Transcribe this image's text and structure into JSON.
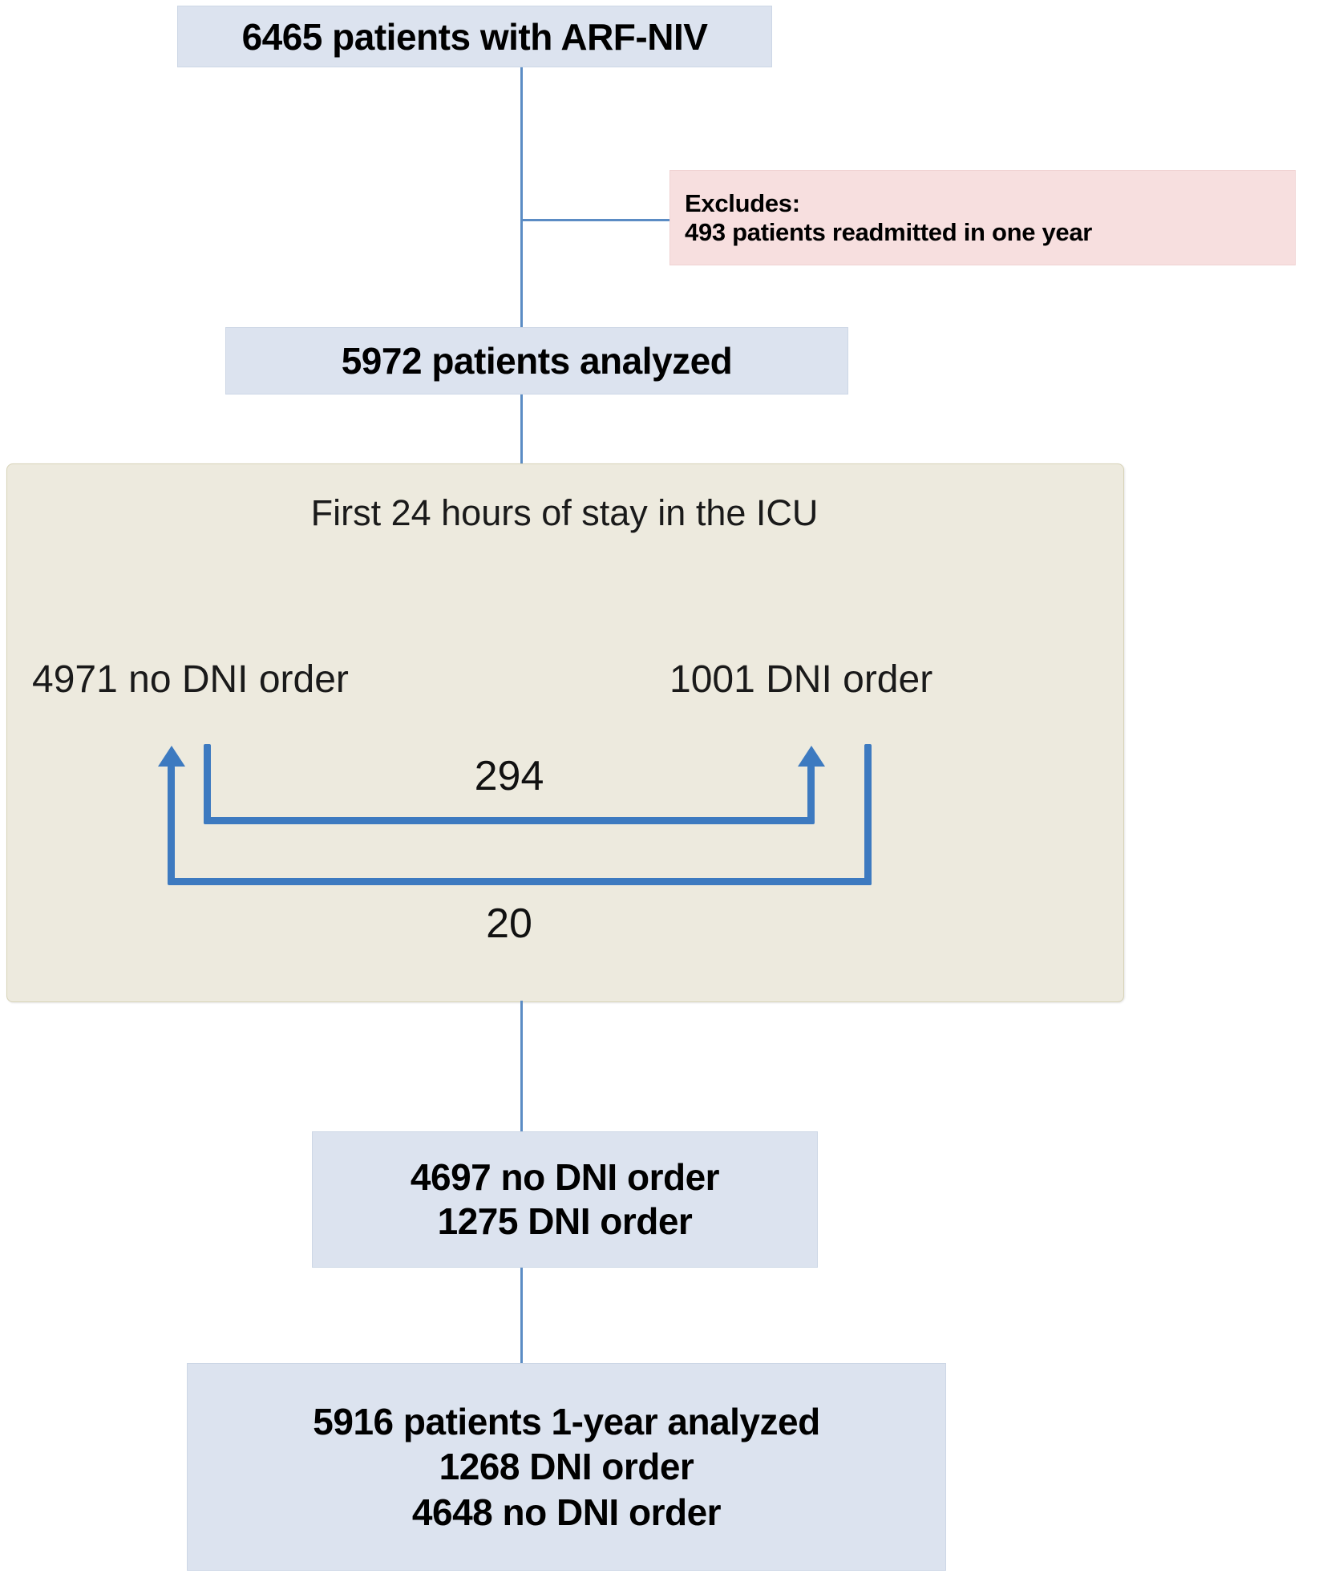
{
  "diagram": {
    "title": "Patient flow diagram (ARF-NIV cohort)",
    "colors": {
      "box_blue_fill": "#dce3ef",
      "box_blue_border": "#cdd7e6",
      "box_pink_fill": "#f7dfdf",
      "box_pink_border": "#f0d2d2",
      "box_beige_fill": "#edeade",
      "box_beige_border": "#d7d3b8",
      "connector_thin": "#5b8cc4",
      "connector_thick": "#3d7ac0",
      "text": "#000000",
      "background": "#ffffff"
    }
  },
  "nodes": {
    "enrolled": {
      "text": "6465 patients with ARF-NIV"
    },
    "excluded": {
      "line1": "Excludes:",
      "line2": "493 patients readmitted in one year"
    },
    "analyzed": {
      "text": "5972 patients analyzed"
    },
    "first24": {
      "title": "First 24 hours of stay in the ICU",
      "left_label": "4971 no DNI order",
      "right_label": "1001 DNI order",
      "crossover_to_dni": "294",
      "crossover_to_no_dni": "20"
    },
    "post24": {
      "line1": "4697 no DNI order",
      "line2": "1275 DNI order"
    },
    "oneyear": {
      "line1": "5916 patients 1-year analyzed",
      "line2": "1268 DNI order",
      "line3": "4648 no DNI order"
    }
  }
}
